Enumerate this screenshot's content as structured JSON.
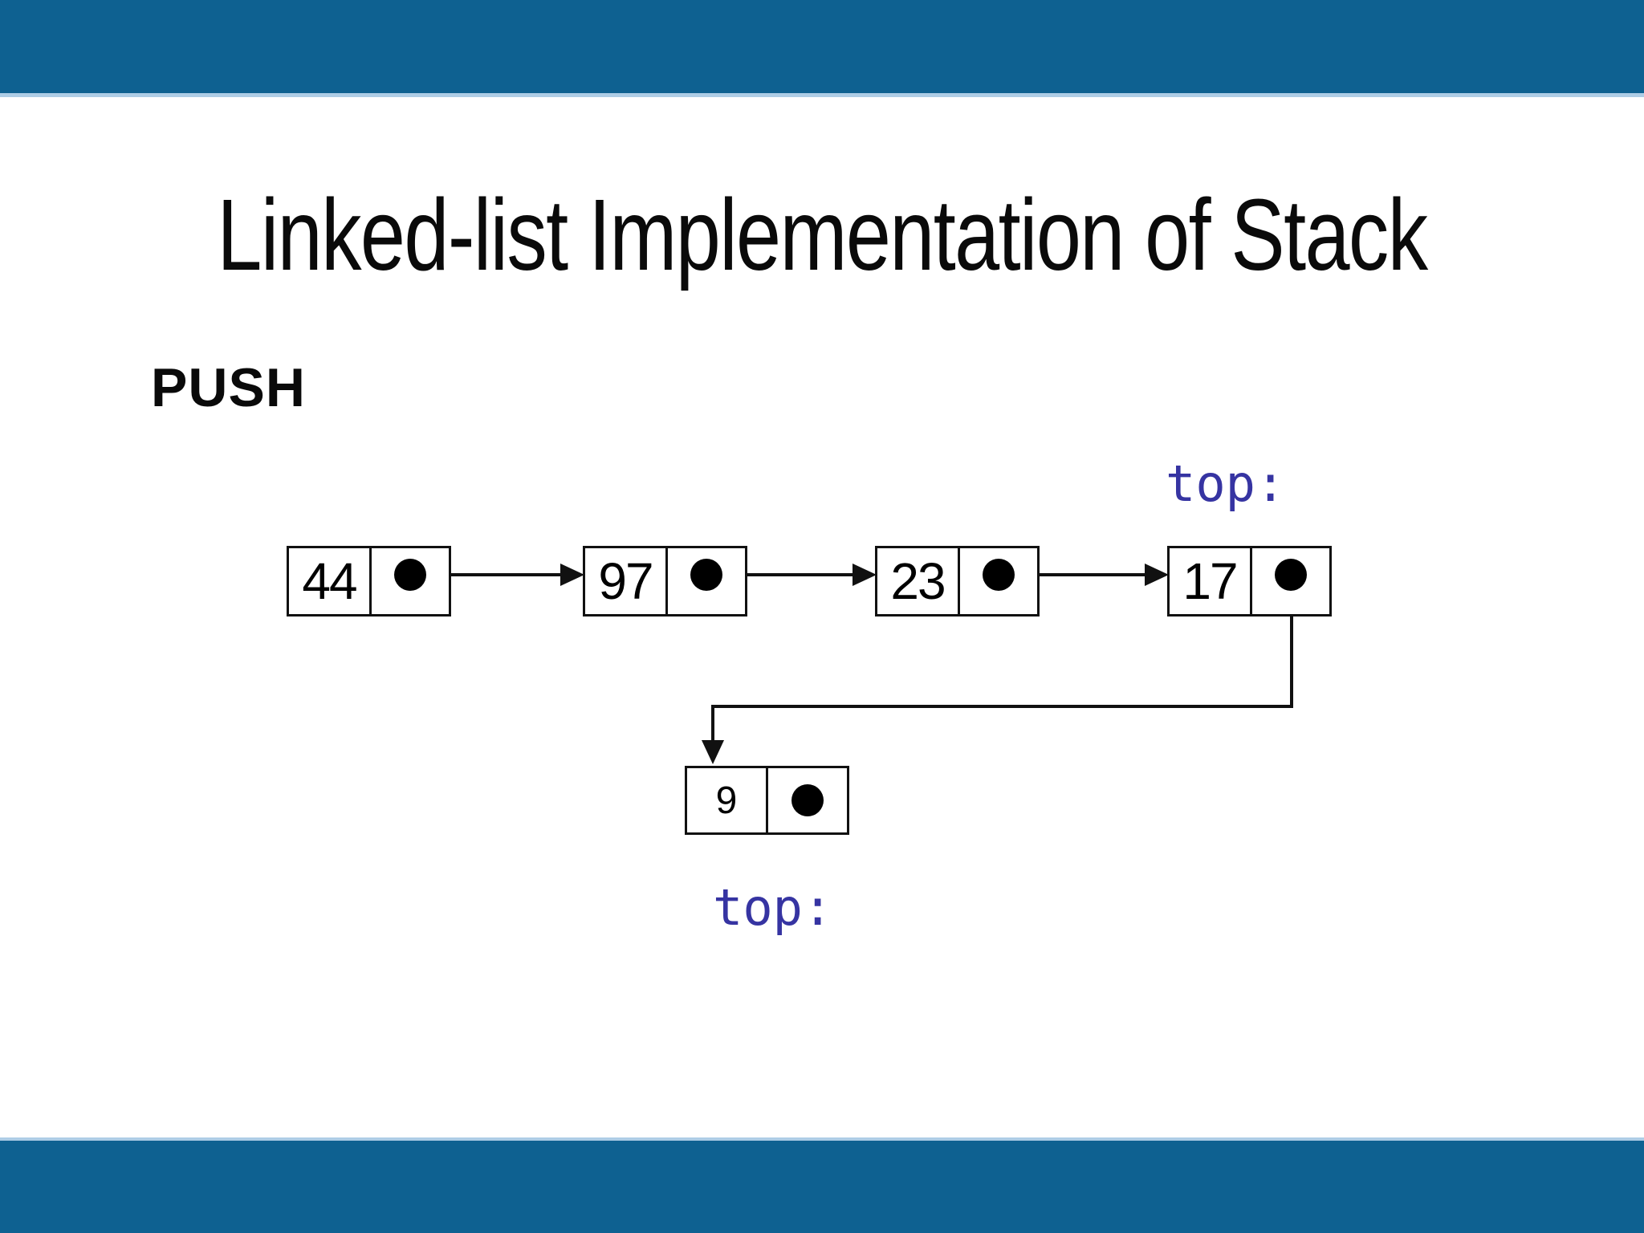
{
  "slide": {
    "title": "Linked-list Implementation of Stack",
    "operation": "PUSH",
    "stack_diagram": {
      "nodes": [
        {
          "value": "44"
        },
        {
          "value": "97"
        },
        {
          "value": "23"
        },
        {
          "value": "17"
        }
      ],
      "new_node": {
        "value": "9"
      },
      "top_pointer_label": "top:",
      "new_top_pointer_label": "top:"
    },
    "colors": {
      "banner_blue": "#0E6191",
      "banner_edge_light": "#AECDE6",
      "pointer_label_indigo": "#3634A2",
      "diagram_ink": "#111111"
    }
  }
}
